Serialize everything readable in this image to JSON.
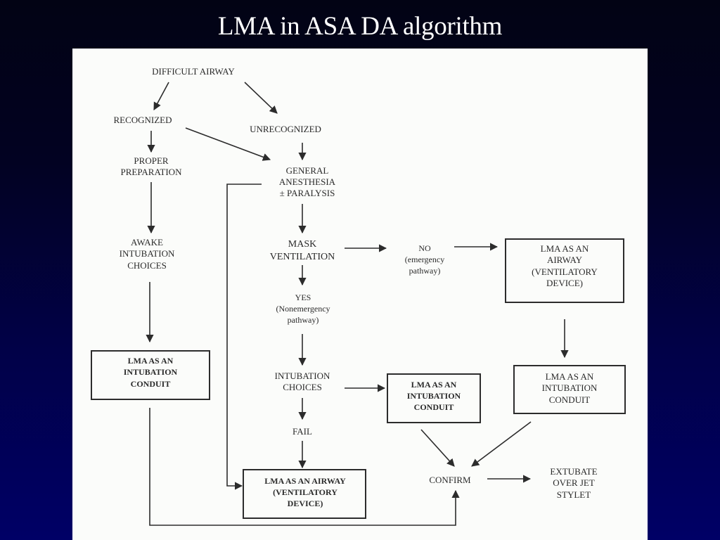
{
  "slide": {
    "title": "LMA in ASA DA algorithm",
    "colors": {
      "background_top": "#020314",
      "background_bottom": "#000066",
      "title_text": "#ffffff",
      "panel": "#fbfcfa",
      "ink": "#2c2c2c"
    }
  },
  "diagram": {
    "nodes": {
      "difficult_airway": [
        "DIFFICULT AIRWAY"
      ],
      "recognized": [
        "RECOGNIZED"
      ],
      "unrecognized": [
        "UNRECOGNIZED"
      ],
      "proper_preparation": [
        "PROPER",
        "PREPARATION"
      ],
      "general_anesthesia": [
        "GENERAL",
        "ANESTHESIA",
        "± PARALYSIS"
      ],
      "awake_intubation": [
        "AWAKE",
        "INTUBATION",
        "CHOICES"
      ],
      "mask_ventilation": [
        "MASK",
        "VENTILATION"
      ],
      "no_emergency": [
        "NO",
        "(emergency",
        "pathway)"
      ],
      "lma_airway_right": [
        "LMA AS AN",
        "AIRWAY",
        "(VENTILATORY",
        "DEVICE)"
      ],
      "yes_nonemergency": [
        "YES",
        "(Nonemergency",
        "pathway)"
      ],
      "lma_conduit_left": [
        "LMA AS AN",
        "INTUBATION",
        "CONDUIT"
      ],
      "intubation_choices": [
        "INTUBATION",
        "CHOICES"
      ],
      "lma_conduit_middle": [
        "LMA AS AN",
        "INTUBATION",
        "CONDUIT"
      ],
      "lma_conduit_right": [
        "LMA AS AN",
        "INTUBATION",
        "CONDUIT"
      ],
      "fail": [
        "FAIL"
      ],
      "lma_airway_bottom": [
        "LMA AS AN AIRWAY",
        "(VENTILATORY",
        "DEVICE)"
      ],
      "confirm": [
        "CONFIRM"
      ],
      "extubate": [
        "EXTUBATE",
        "OVER JET",
        "STYLET"
      ]
    },
    "edges": [
      {
        "from": "difficult_airway",
        "to": "recognized"
      },
      {
        "from": "difficult_airway",
        "to": "unrecognized"
      },
      {
        "from": "recognized",
        "to": "proper_preparation"
      },
      {
        "from": "recognized",
        "to": "general_anesthesia"
      },
      {
        "from": "unrecognized",
        "to": "general_anesthesia"
      },
      {
        "from": "proper_preparation",
        "to": "awake_intubation"
      },
      {
        "from": "general_anesthesia",
        "to": "mask_ventilation"
      },
      {
        "from": "general_anesthesia",
        "to": "lma_airway_bottom"
      },
      {
        "from": "mask_ventilation",
        "to": "no_emergency"
      },
      {
        "from": "no_emergency",
        "to": "lma_airway_right"
      },
      {
        "from": "mask_ventilation",
        "to": "yes_nonemergency"
      },
      {
        "from": "awake_intubation",
        "to": "lma_conduit_left"
      },
      {
        "from": "lma_airway_right",
        "to": "lma_conduit_right"
      },
      {
        "from": "yes_nonemergency",
        "to": "intubation_choices"
      },
      {
        "from": "intubation_choices",
        "to": "lma_conduit_middle"
      },
      {
        "from": "intubation_choices",
        "to": "fail"
      },
      {
        "from": "fail",
        "to": "lma_airway_bottom"
      },
      {
        "from": "lma_conduit_middle",
        "to": "confirm"
      },
      {
        "from": "lma_conduit_right",
        "to": "confirm"
      },
      {
        "from": "lma_conduit_left",
        "to": "confirm"
      },
      {
        "from": "confirm",
        "to": "extubate"
      }
    ]
  }
}
